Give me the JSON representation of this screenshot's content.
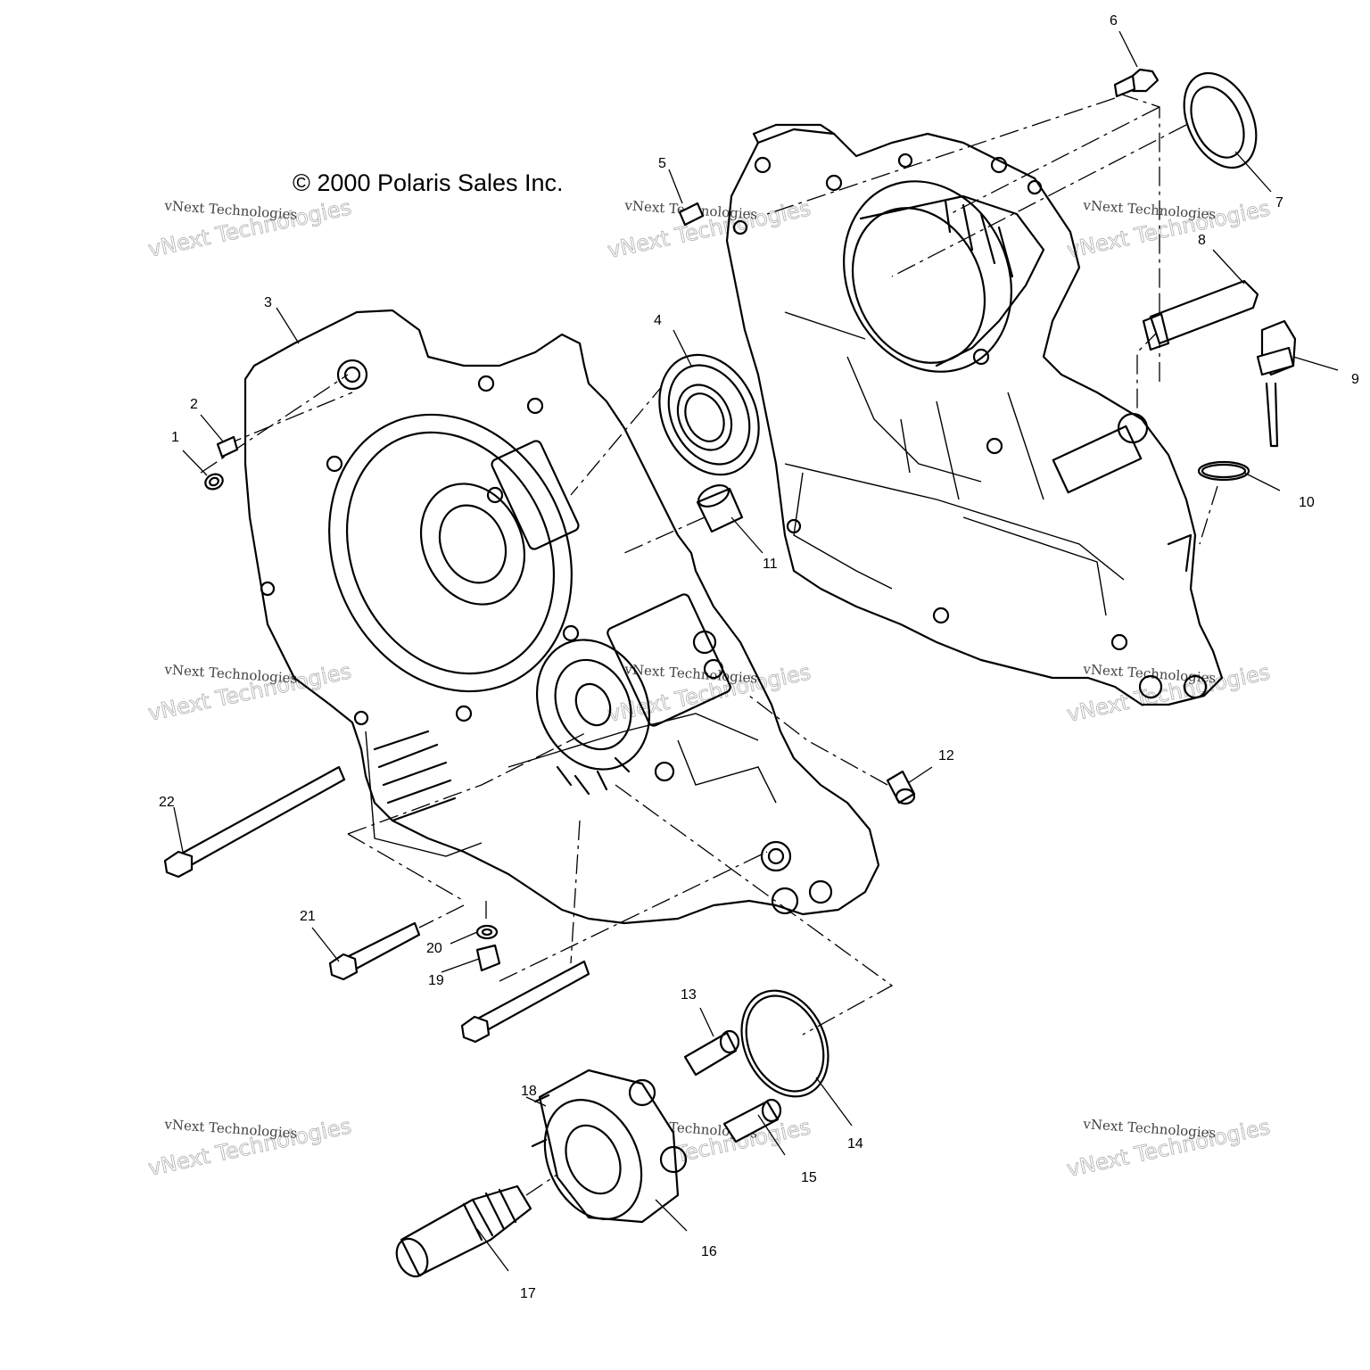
{
  "copyright": "© 2000 Polaris Sales Inc.",
  "watermark": {
    "line1": "vNext Technologies",
    "line2": "vNext Technologies"
  },
  "callouts": [
    "1",
    "2",
    "3",
    "4",
    "5",
    "6",
    "7",
    "8",
    "9",
    "10",
    "11",
    "12",
    "13",
    "14",
    "15",
    "16",
    "17",
    "18",
    "19",
    "20",
    "21",
    "22"
  ]
}
